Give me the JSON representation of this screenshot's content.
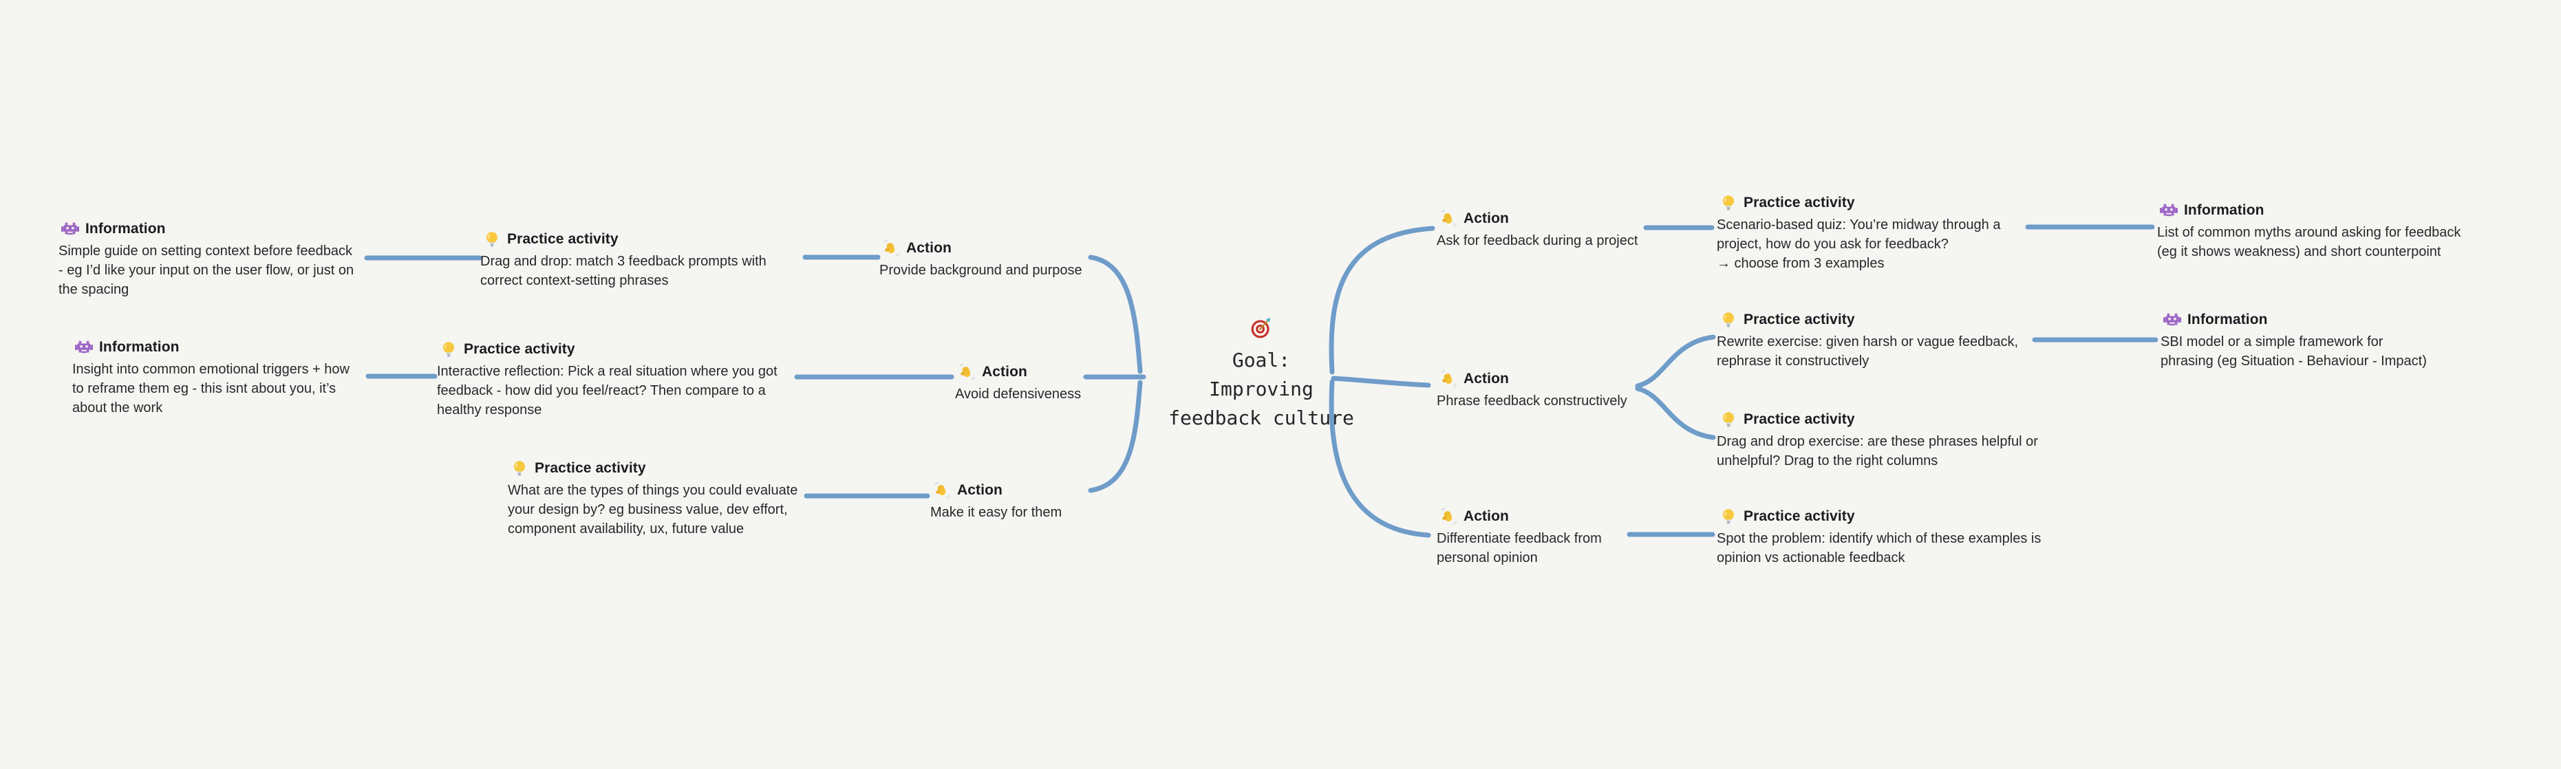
{
  "colors": {
    "background": "#f5f5f2",
    "connector": "#6f9cc9",
    "text": "#26282b",
    "heading": "#1a1c1f"
  },
  "icons": {
    "information": "space-invader-icon",
    "practice_activity": "lightbulb-icon",
    "action": "waving-hand-icon",
    "goal": "target-icon"
  },
  "center": {
    "title": "Goal:\nImproving\nfeedback culture"
  },
  "nodes": [
    {
      "label": "Information",
      "body": "Simple guide on setting context before feedback\n- eg I’d like your input on the user flow, or just on\nthe spacing"
    },
    {
      "label": "Practice activity",
      "body": "Drag and drop: match 3 feedback prompts with\ncorrect context-setting phrases"
    },
    {
      "label": "Action",
      "body": "Provide background and purpose"
    },
    {
      "label": "Information",
      "body": "Insight into common emotional triggers + how\nto reframe them eg - this isnt about you, it’s\nabout the work"
    },
    {
      "label": "Practice activity",
      "body": "Interactive reflection: Pick a real situation where you got\nfeedback - how did you feel/react? Then compare to a\nhealthy response"
    },
    {
      "label": "Action",
      "body": "Avoid defensiveness"
    },
    {
      "label": "Practice activity",
      "body": "What are the types of things you could evaluate\nyour design by? eg business value, dev effort,\ncomponent availability, ux, future value"
    },
    {
      "label": "Action",
      "body": "Make it easy for them"
    },
    {
      "label": "Action",
      "body": "Ask for feedback during a project"
    },
    {
      "label": "Practice activity",
      "body": "Scenario-based quiz: You’re midway through a\nproject, how do you ask for feedback?\n→ choose from 3 examples"
    },
    {
      "label": "Information",
      "body": "List of common myths around asking for feedback\n(eg it shows weakness) and short counterpoint"
    },
    {
      "label": "Action",
      "body": "Phrase feedback constructively"
    },
    {
      "label": "Practice activity",
      "body": "Rewrite exercise: given harsh or vague feedback,\nrephrase it constructively"
    },
    {
      "label": "Information",
      "body": "SBI model or a simple framework for\nphrasing (eg Situation - Behaviour - Impact)"
    },
    {
      "label": "Practice activity",
      "body": "Drag and drop exercise: are these phrases helpful or\nunhelpful? Drag to the right columns"
    },
    {
      "label": "Action",
      "body": "Differentiate feedback from\npersonal opinion"
    },
    {
      "label": "Practice activity",
      "body": "Spot the problem: identify which of these examples is\nopinion vs actionable feedback"
    }
  ]
}
